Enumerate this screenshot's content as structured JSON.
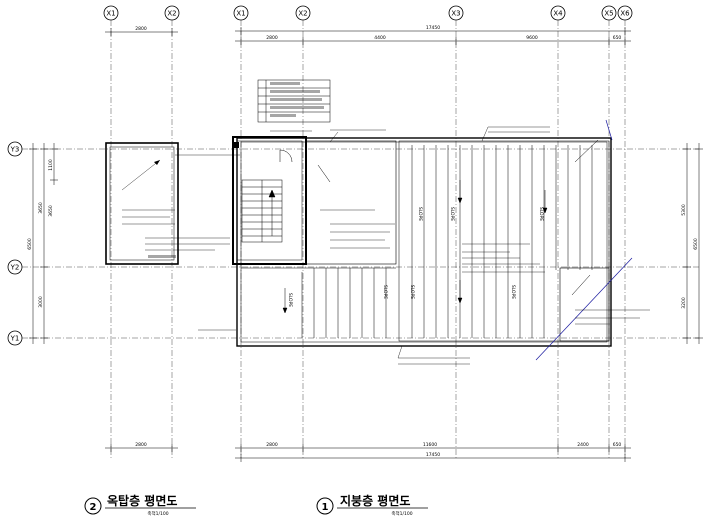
{
  "grid_bubbles_top": [
    "X1",
    "X2",
    "X1",
    "X2",
    "X3",
    "X4",
    "X5",
    "X6"
  ],
  "grid_bubbles_left": [
    "Y3",
    "Y2",
    "Y1"
  ],
  "dims_top": {
    "left_width": "2800",
    "overall": "17450",
    "segments": [
      "2800",
      "4400",
      "9600",
      "650"
    ]
  },
  "dims_bottom": {
    "left_width": "2800",
    "overall": "17450",
    "segments": [
      "2800",
      "11600",
      "2400",
      "650"
    ]
  },
  "dims_left": {
    "overall": "6500",
    "upper": "3650",
    "upper_sub": "1100",
    "lower": "3000"
  },
  "dims_right": [
    "5300",
    "3200",
    "6500"
  ],
  "slope_labels": [
    "SLOPE",
    "SLOPE",
    "SLOPE",
    "SLOPE",
    "SLOPE",
    "SLOPE",
    "SLOPE"
  ],
  "titles": [
    {
      "number": "2",
      "text": "옥탑층 평면도",
      "scale": "축척1/100"
    },
    {
      "number": "1",
      "text": "지붕층 평면도",
      "scale": "축척1/100"
    }
  ],
  "colors": {
    "line": "#000000",
    "accent": "#1a1aa0"
  }
}
